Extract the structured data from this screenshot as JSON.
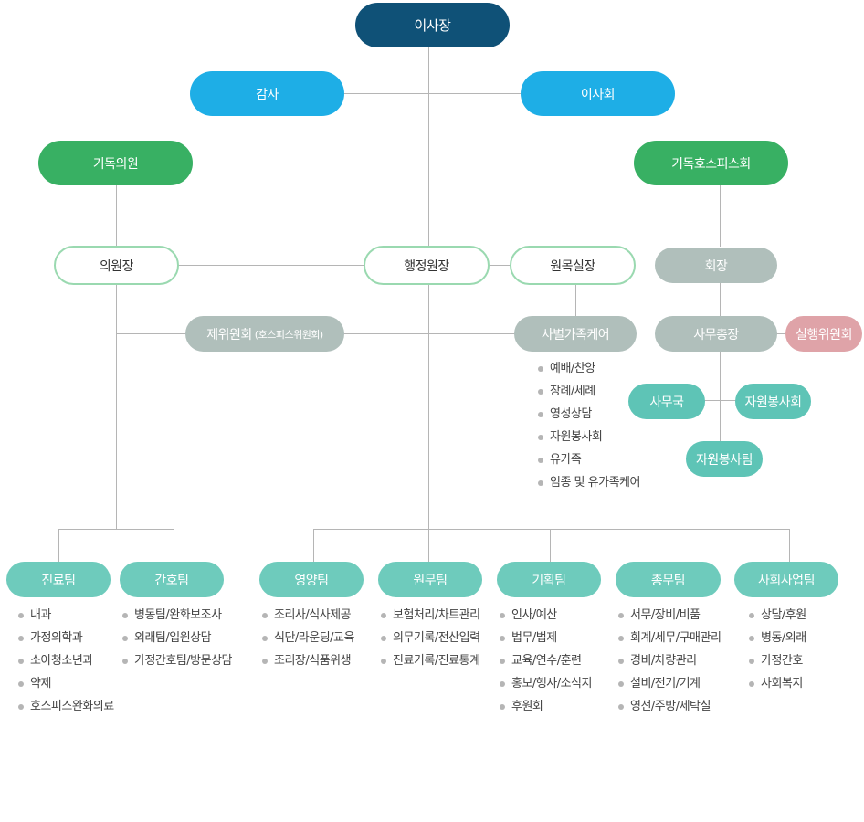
{
  "nodes": {
    "chairman": "이사장",
    "auditor": "감사",
    "board": "이사회",
    "christian_clinic": "기독의원",
    "christian_hospice": "기독호스피스회",
    "director": "의원장",
    "admin_director": "행정원장",
    "chaplain": "원목실장",
    "president": "회장",
    "committee": "제위원회",
    "committee_sub": "(호스피스위원회)",
    "family_care": "사별가족케어",
    "secretary_general": "사무총장",
    "executive_committee": "실행위원회",
    "secretariat": "사무국",
    "volunteer_society": "자원봉사회",
    "volunteer_team": "자원봉사팀"
  },
  "family_care_items": [
    "예배/찬양",
    "장례/세례",
    "영성상담",
    "자원봉사회",
    "유가족",
    "임종 및 유가족케어"
  ],
  "teams": [
    {
      "name": "진료팀",
      "items": [
        "내과",
        "가정의학과",
        "소아청소년과",
        "약제",
        "호스피스완화의료"
      ]
    },
    {
      "name": "간호팀",
      "items": [
        "병동팀/완화보조사",
        "외래팀/입원상담",
        "가정간호팀/방문상담"
      ]
    },
    {
      "name": "영양팀",
      "items": [
        "조리사/식사제공",
        "식단/라운딩/교육",
        "조리장/식품위생"
      ]
    },
    {
      "name": "원무팀",
      "items": [
        "보험처리/차트관리",
        "의무기록/전산입력",
        "진료기록/진료통계"
      ]
    },
    {
      "name": "기획팀",
      "items": [
        "인사/예산",
        "법무/법제",
        "교육/연수/훈련",
        "홍보/행사/소식지",
        "후원회"
      ]
    },
    {
      "name": "총무팀",
      "items": [
        "서무/장비/비품",
        "회계/세무/구매관리",
        "경비/차량관리",
        "설비/전기/기계",
        "영선/주방/세탁실"
      ]
    },
    {
      "name": "사회사업팀",
      "items": [
        "상담/후원",
        "병동/외래",
        "가정간호",
        "사회복지"
      ]
    }
  ]
}
